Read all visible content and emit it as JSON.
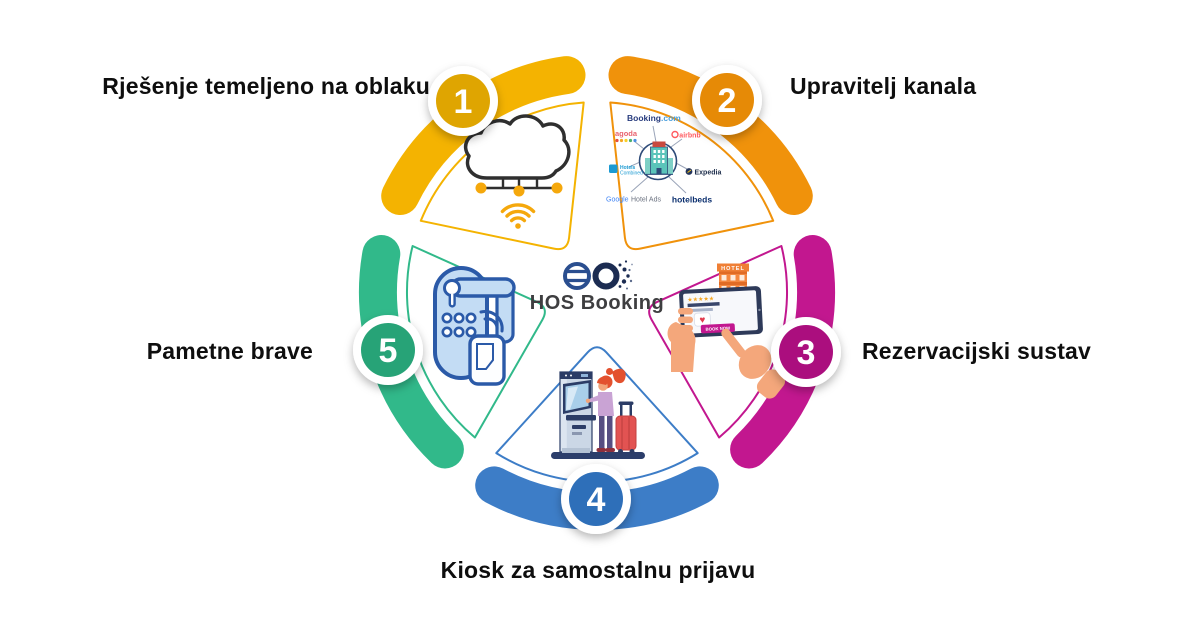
{
  "brand": {
    "name": "HOS Booking"
  },
  "segments": [
    {
      "number": "1",
      "label": "Rješenje temeljeno na oblaku",
      "color": "#F4B301",
      "badge_color": "#DFA501"
    },
    {
      "number": "2",
      "label": "Upravitelj kanala",
      "color": "#F0920B",
      "badge_color": "#E68A06"
    },
    {
      "number": "3",
      "label": "Rezervacijski sustav",
      "color": "#C2178F",
      "badge_color": "#AB0E7E"
    },
    {
      "number": "4",
      "label": "Kiosk za samostalnu prijavu",
      "color": "#3D7DC7",
      "badge_color": "#2E6FB9"
    },
    {
      "number": "5",
      "label": "Pametne brave",
      "color": "#31B98A",
      "badge_color": "#27A377"
    }
  ],
  "channels": {
    "booking_dark": "Booking",
    "booking_light": ".com",
    "agoda": "agoda",
    "airbnb": "airbnb",
    "hotels_combined_line1": "Hotels",
    "hotels_combined_line2": "Combined",
    "expedia": "Expedia",
    "google": "Google",
    "google_hotel_ads": "Hotel Ads",
    "hotelbeds": "hotelbeds"
  },
  "booking_screen": {
    "hotel_sign": "HOTEL",
    "stars": "★★★★★",
    "heart": "♥",
    "book_now": "BOOK NOW"
  }
}
